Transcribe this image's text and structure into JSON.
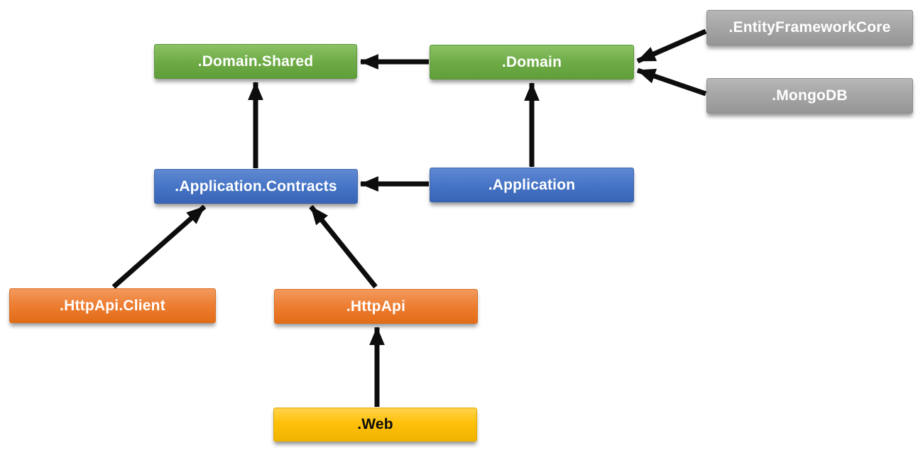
{
  "palette": {
    "green": "#70AD47",
    "blue": "#4472C4",
    "orange": "#ED7D31",
    "gray": "#A5A5A5",
    "gold": "#FFC000",
    "arrow": "#0D0D0D",
    "background": "#FFFFFF"
  },
  "diagram": {
    "type": "module-dependency-diagram",
    "nodes": [
      {
        "id": "domain-shared",
        "label": ".Domain.Shared",
        "color": "green",
        "text_color": "#FFFFFF"
      },
      {
        "id": "domain",
        "label": ".Domain",
        "color": "green",
        "text_color": "#FFFFFF"
      },
      {
        "id": "entity-framework-core",
        "label": ".EntityFrameworkCore",
        "color": "gray",
        "text_color": "#FFFFFF"
      },
      {
        "id": "mongodb",
        "label": ".MongoDB",
        "color": "gray",
        "text_color": "#FFFFFF"
      },
      {
        "id": "application-contracts",
        "label": ".Application.Contracts",
        "color": "blue",
        "text_color": "#FFFFFF"
      },
      {
        "id": "application",
        "label": ".Application",
        "color": "blue",
        "text_color": "#FFFFFF"
      },
      {
        "id": "httpapi-client",
        "label": ".HttpApi.Client",
        "color": "orange",
        "text_color": "#FFFFFF"
      },
      {
        "id": "httpapi",
        "label": ".HttpApi",
        "color": "orange",
        "text_color": "#FFFFFF"
      },
      {
        "id": "web",
        "label": ".Web",
        "color": "gold",
        "text_color": "#0D0D0D"
      }
    ],
    "edges": [
      {
        "from": ".Domain",
        "to": ".Domain.Shared"
      },
      {
        "from": ".EntityFrameworkCore",
        "to": ".Domain"
      },
      {
        "from": ".MongoDB",
        "to": ".Domain"
      },
      {
        "from": ".Application.Contracts",
        "to": ".Domain.Shared"
      },
      {
        "from": ".Application",
        "to": ".Application.Contracts"
      },
      {
        "from": ".Application",
        "to": ".Domain"
      },
      {
        "from": ".HttpApi.Client",
        "to": ".Application.Contracts"
      },
      {
        "from": ".HttpApi",
        "to": ".Application.Contracts"
      },
      {
        "from": ".Web",
        "to": ".HttpApi"
      }
    ]
  }
}
